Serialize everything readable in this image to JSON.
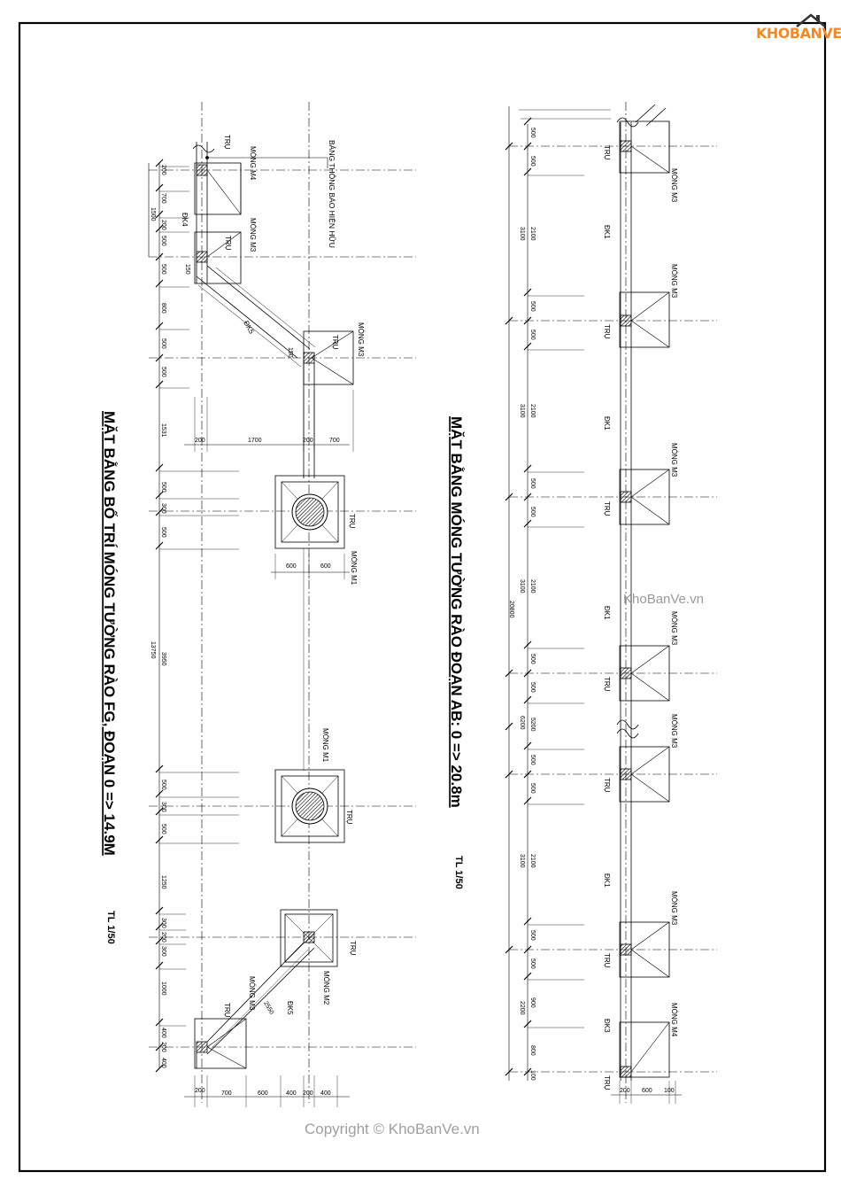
{
  "brand": {
    "logo_text": "KHOBANVE"
  },
  "watermark": {
    "right": "KhoBanVe.vn",
    "bottom": "Copyright © KhoBanVe.vn"
  },
  "left_plan": {
    "title": "MẶT BẰNG BỐ TRÍ MÓNG TƯỜNG RÀO FG, ĐOẠN 0 => 14.9M",
    "scale": "TL 1/50",
    "sign_label": "BẢNG THÔNG BÁO HIỆN HỮU",
    "labels": {
      "tru": "TRỤ",
      "mong_m1": "MÓNG M1",
      "mong_m2": "MÓNG M2",
      "mong_m3": "MÓNG M3",
      "mong_m4": "MÓNG M4",
      "dk4": "ĐK4",
      "dk5": "ĐK5"
    },
    "dims_vertical": [
      "200",
      "700",
      "200",
      "500",
      "500",
      "800",
      "500",
      "500",
      "1531",
      "500",
      "300",
      "500",
      "3950",
      "500",
      "300",
      "500",
      "1250",
      "300",
      "200",
      "300",
      "1000",
      "400",
      "200",
      "400"
    ],
    "dims_total": [
      "1500",
      "13750"
    ],
    "dims_horizontal_mid": [
      "200",
      "1700",
      "200",
      "700"
    ],
    "dims_horizontal_m1": [
      "600",
      "600"
    ],
    "dims_horizontal_bottom": [
      "200",
      "700",
      "600",
      "400",
      "200",
      "400"
    ],
    "dims_diag": [
      "2550",
      "150",
      "150"
    ]
  },
  "right_plan": {
    "title": "MẶT BẰNG MÓNG TƯỜNG RÀO ĐOẠN AB: 0 => 20.8m",
    "scale": "TL 1/50",
    "labels": {
      "tru": "TRỤ",
      "mong_m3": "MÓNG M3",
      "mong_m4": "MÓNG M4",
      "dk1": "ĐK1",
      "dk3": "ĐK3"
    },
    "dims_segment": [
      "500",
      "500",
      "2100",
      "3100"
    ],
    "dims_total": "20800",
    "dims_other": [
      "5200",
      "6200",
      "900",
      "2200",
      "800",
      "100"
    ],
    "dims_horizontal_bottom": [
      "200",
      "600",
      "100"
    ]
  }
}
